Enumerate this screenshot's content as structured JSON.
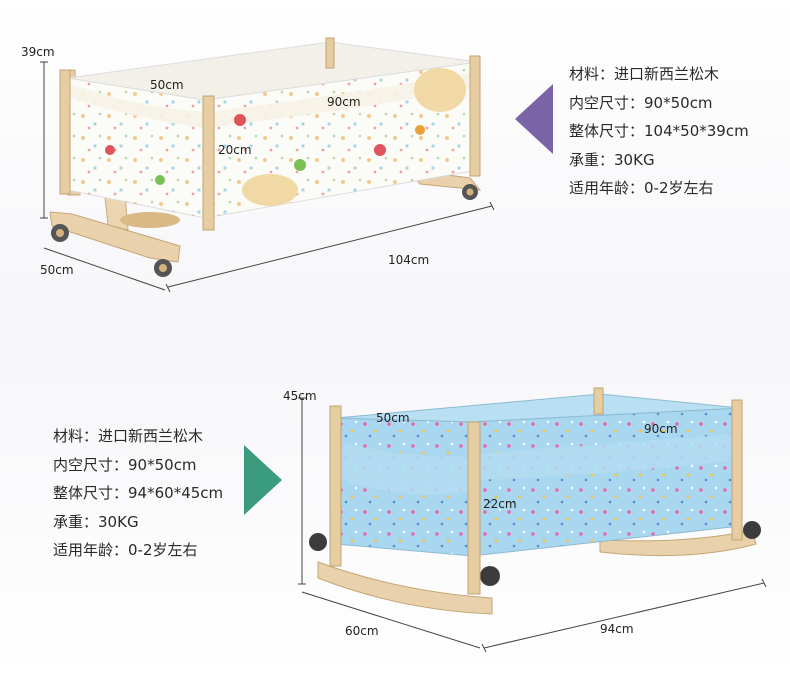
{
  "top": {
    "dimensions": {
      "height": "39cm",
      "inner_width": "50cm",
      "inner_length": "90cm",
      "side_height": "20cm",
      "depth": "50cm",
      "length": "104cm"
    },
    "specs": [
      {
        "label": "材料：",
        "value": "进口新西兰松木"
      },
      {
        "label": "内空尺寸：",
        "value": "90*50cm"
      },
      {
        "label": "整体尺寸：",
        "value": "104*50*39cm"
      },
      {
        "label": "承重：",
        "value": "30KG"
      },
      {
        "label": "适用年龄：",
        "value": "0-2岁左右"
      }
    ],
    "arrow_color": "#7a63a6"
  },
  "bottom": {
    "dimensions": {
      "height": "45cm",
      "inner_width": "50cm",
      "inner_length": "90cm",
      "side_height": "22cm",
      "depth": "60cm",
      "length": "94cm"
    },
    "specs": [
      {
        "label": "材料：",
        "value": "进口新西兰松木"
      },
      {
        "label": "内空尺寸：",
        "value": "90*50cm"
      },
      {
        "label": "整体尺寸：",
        "value": "94*60*45cm"
      },
      {
        "label": "承重：",
        "value": "30KG"
      },
      {
        "label": "适用年龄：",
        "value": "0-2岁左右"
      }
    ],
    "arrow_color": "#3a9c7c"
  }
}
